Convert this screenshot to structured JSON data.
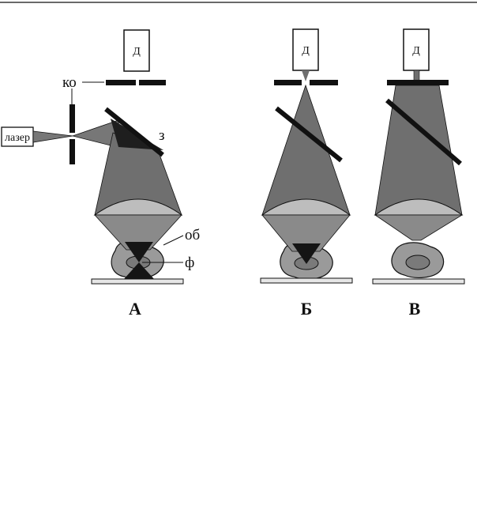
{
  "labels": {
    "detector": "Д",
    "pinhole": "ко",
    "laser": "лазер",
    "mirror": "з",
    "objective": "об",
    "focus": "ф",
    "panel_a": "А",
    "panel_b": "Б",
    "panel_c": "В"
  },
  "colors": {
    "ink": "#111111",
    "cone_dark": "#6f6f6f",
    "cone_mid": "#8a8a8a",
    "lens": "#bdbdbd",
    "sample": "#9a9a9a",
    "focus_dark": "#151515",
    "slide": "#e6e6e6"
  }
}
